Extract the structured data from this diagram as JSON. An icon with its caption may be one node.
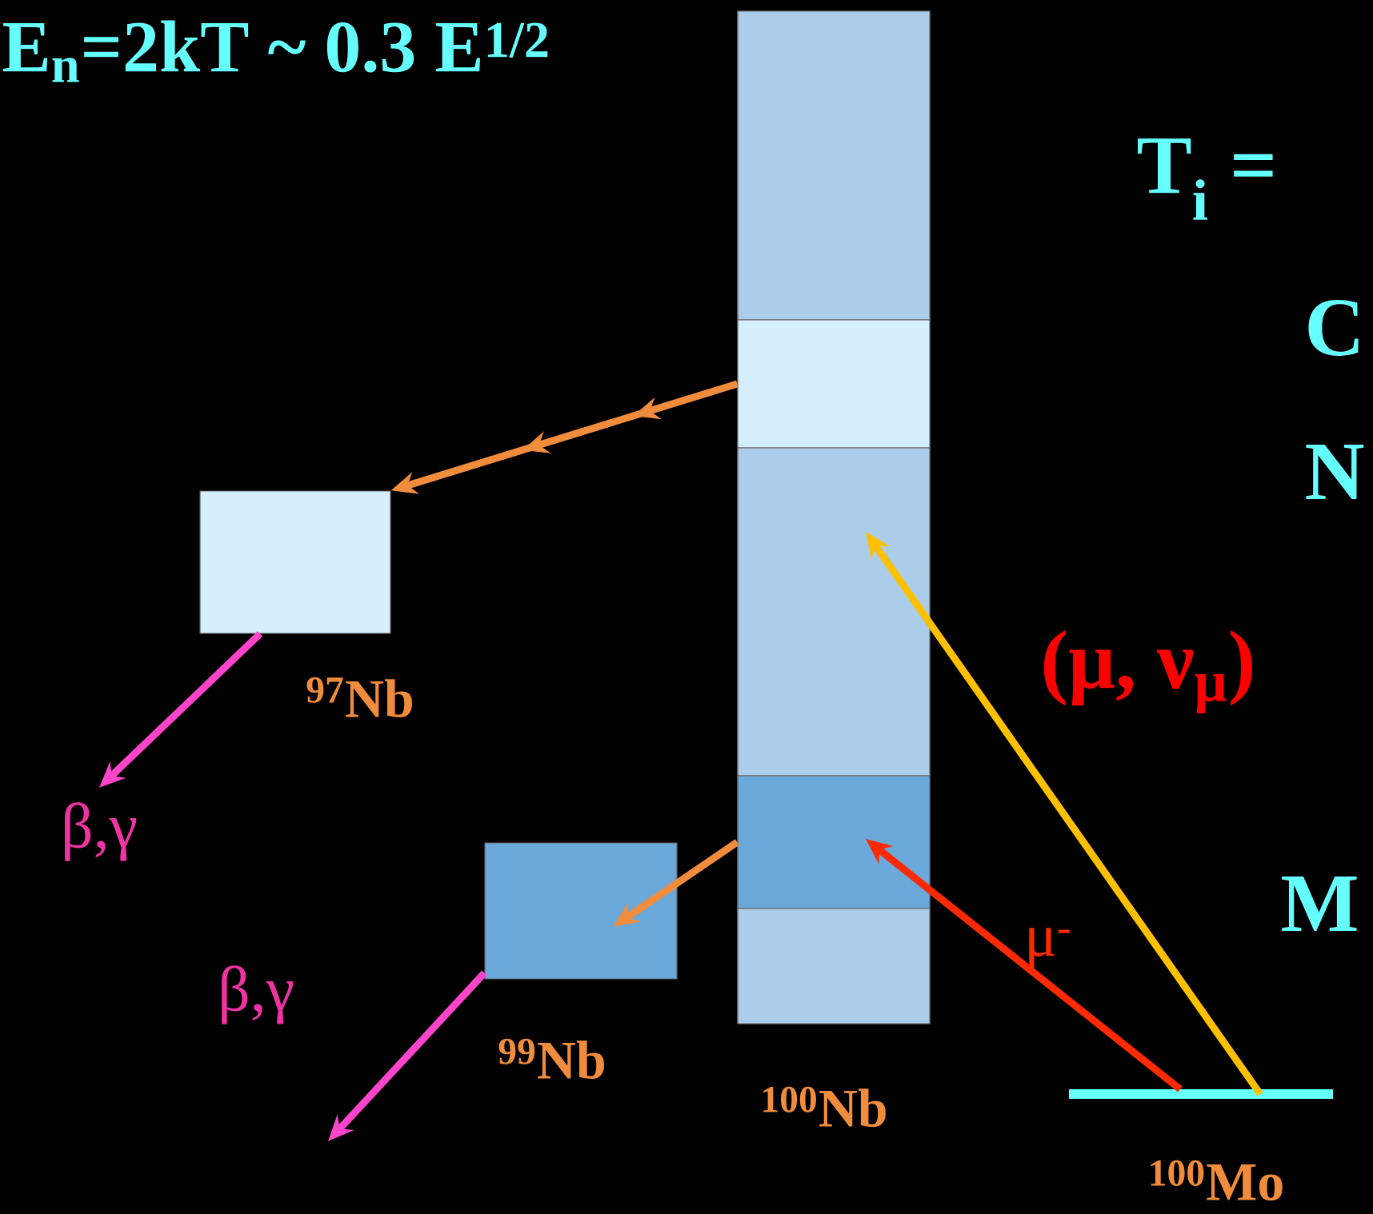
{
  "diagram": {
    "nodes": [
      {
        "text": [
          "$^{100}$Nb"
        ]
      },
      {
        "text": [],
        "shape": "bar",
        "in": 0
      },
      {
        "text": [],
        "shape": "bar",
        "in": 0
      },
      {
        "text": [],
        "shape": "bar",
        "in": 0
      },
      {
        "text": [],
        "shape": "bar",
        "in": 0
      },
      {
        "text": [],
        "shape": "bar",
        "in": 0
      },
      {
        "text": [
          "$^{97}$Nb"
        ]
      },
      {
        "text": [
          "$^{99}$Nb"
        ]
      },
      {
        "text": [
          "β,γ"
        ]
      },
      {
        "text": [
          "β,γ"
        ]
      },
      {
        "text": [
          "$^{100}$Mo"
        ]
      }
    ],
    "edges": [
      {
        "from": 2,
        "to": 6,
        "arrow": "to",
        "color": "#f08c3c"
      },
      {
        "from": 4,
        "to": 7,
        "arrow": "to",
        "color": "#f08c3c"
      },
      {
        "from": 6,
        "to": 8,
        "arrow": "to",
        "color": "#ff44cc"
      },
      {
        "from": 7,
        "to": 9,
        "arrow": "to",
        "color": "#ff44cc"
      },
      {
        "from": 10,
        "to": 3,
        "arrow": "to",
        "color": "#ffc000"
      },
      {
        "from": 10,
        "to": 4,
        "arrow": "to",
        "label": "μ$^{-}$",
        "color": "#ff2a00"
      }
    ],
    "labels": [
      "E$_{n}$=2kT ~ 0.3 E$^{1/2}$",
      "T$_{i}$ =",
      "C",
      "N",
      "(μ, ν$_{μ}$)",
      "M"
    ]
  }
}
